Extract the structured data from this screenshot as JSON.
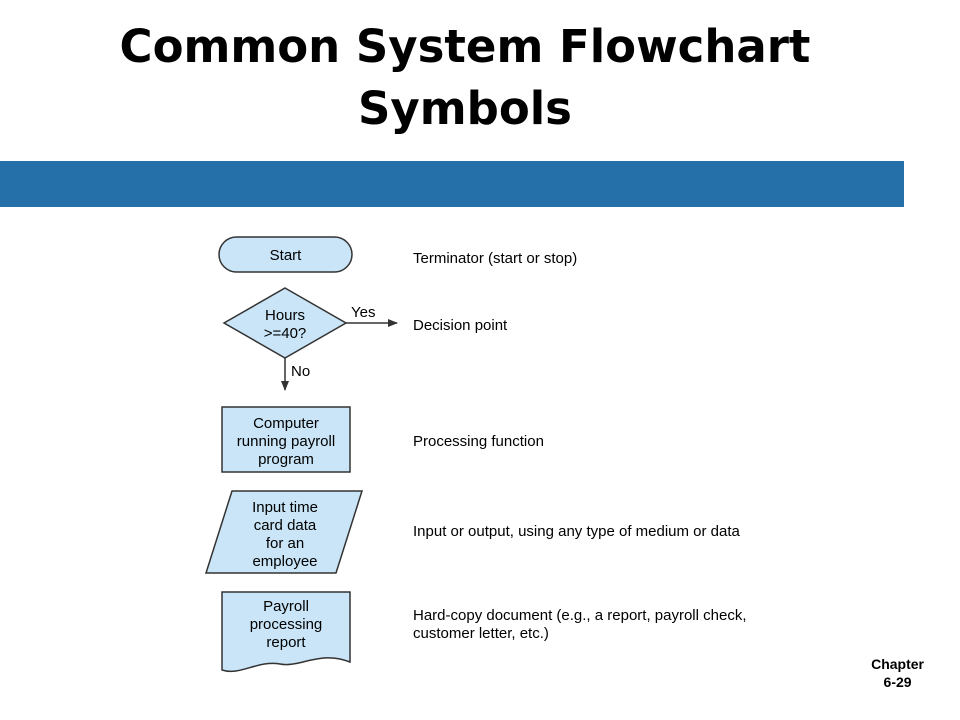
{
  "title": {
    "line1": "Common System Flowchart",
    "line2": "Symbols"
  },
  "colors": {
    "title_bar": "#2570a8",
    "shape_fill": "#c9e5f7",
    "shape_stroke": "#333333"
  },
  "symbols": {
    "terminator": {
      "label": "Start",
      "description": "Terminator (start or stop)"
    },
    "decision": {
      "line1": "Hours",
      "line2": ">=40?",
      "yes_label": "Yes",
      "no_label": "No",
      "description": "Decision point"
    },
    "process": {
      "line1": "Computer",
      "line2": "running payroll",
      "line3": "program",
      "description": "Processing function"
    },
    "io": {
      "line1": "Input time",
      "line2": "card data",
      "line3": "for an",
      "line4": "employee",
      "description": "Input or output, using any type of medium or data"
    },
    "document": {
      "line1": "Payroll",
      "line2": "processing",
      "line3": "report",
      "description_line1": "Hard-copy document (e.g., a report, payroll check,",
      "description_line2": "customer letter, etc.)"
    }
  },
  "footer": {
    "chapter_label": "Chapter",
    "page": "6-29"
  }
}
